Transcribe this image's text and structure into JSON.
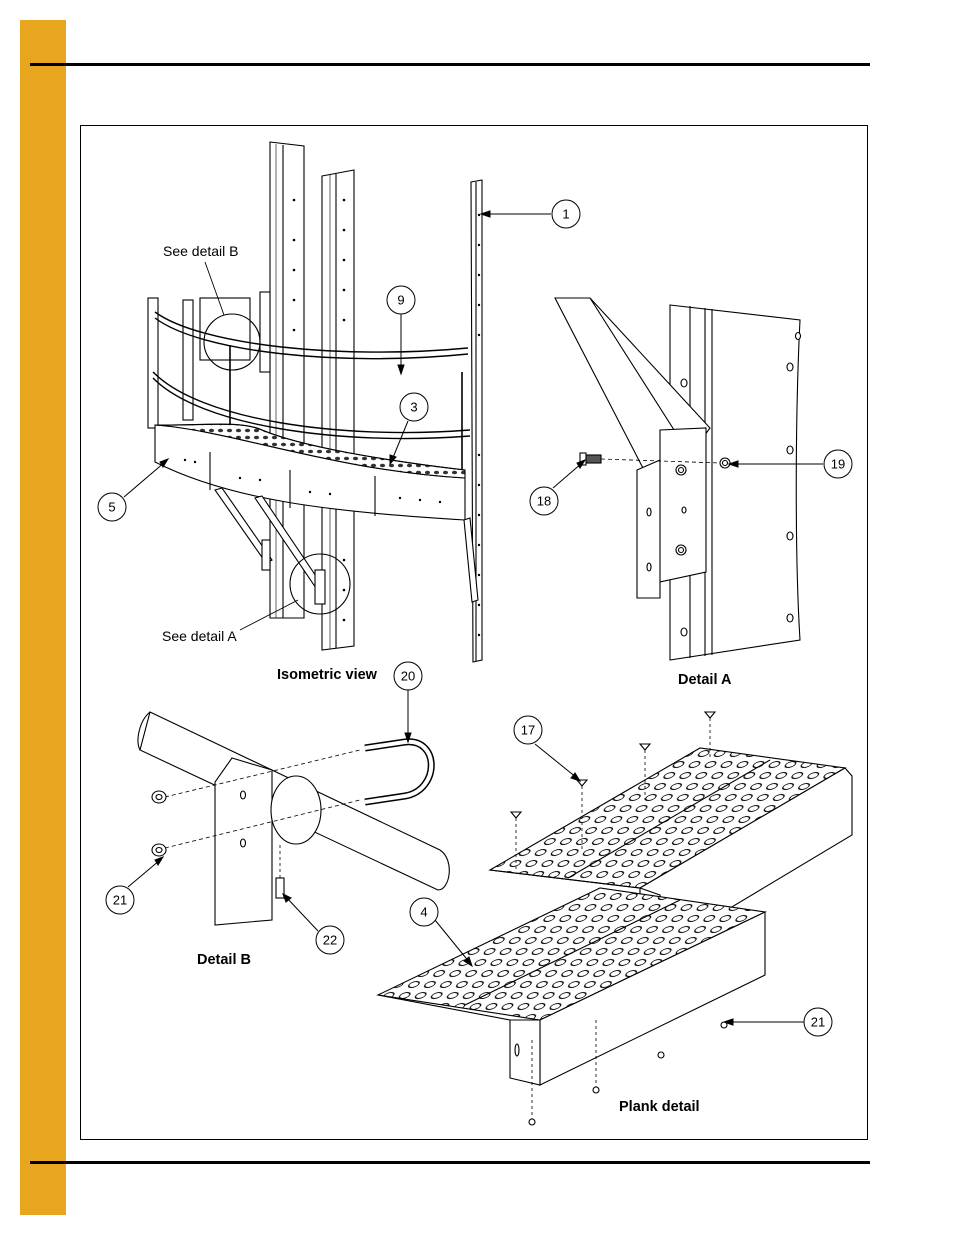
{
  "page": {
    "accent_color": "#e8a51e"
  },
  "views": {
    "isometric": {
      "title": "Isometric view",
      "see_detail_b": "See detail B",
      "see_detail_a": "See detail A"
    },
    "detail_a": {
      "title": "Detail A"
    },
    "detail_b": {
      "title": "Detail B"
    },
    "plank": {
      "title": "Plank detail"
    }
  },
  "callouts": {
    "c1": "1",
    "c9": "9",
    "c3": "3",
    "c5": "5",
    "c18": "18",
    "c19": "19",
    "c20": "20",
    "c17": "17",
    "c21a": "21",
    "c22": "22",
    "c4": "4",
    "c21b": "21"
  }
}
